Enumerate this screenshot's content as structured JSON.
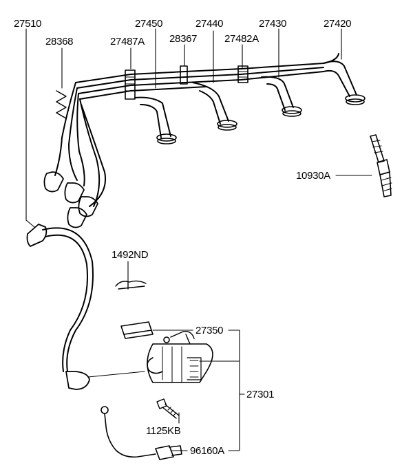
{
  "diagram": {
    "labels": {
      "p27510": "27510",
      "p28368": "28368",
      "p27487a": "27487A",
      "p27450": "27450",
      "p28367": "28367",
      "p27440": "27440",
      "p27482a": "27482A",
      "p27430": "27430",
      "p27420": "27420",
      "p10930a": "10930A",
      "p1492nd": "1492ND",
      "p27350": "27350",
      "p27301": "27301",
      "p1125kb": "1125KB",
      "p96160a": "96160A"
    }
  }
}
